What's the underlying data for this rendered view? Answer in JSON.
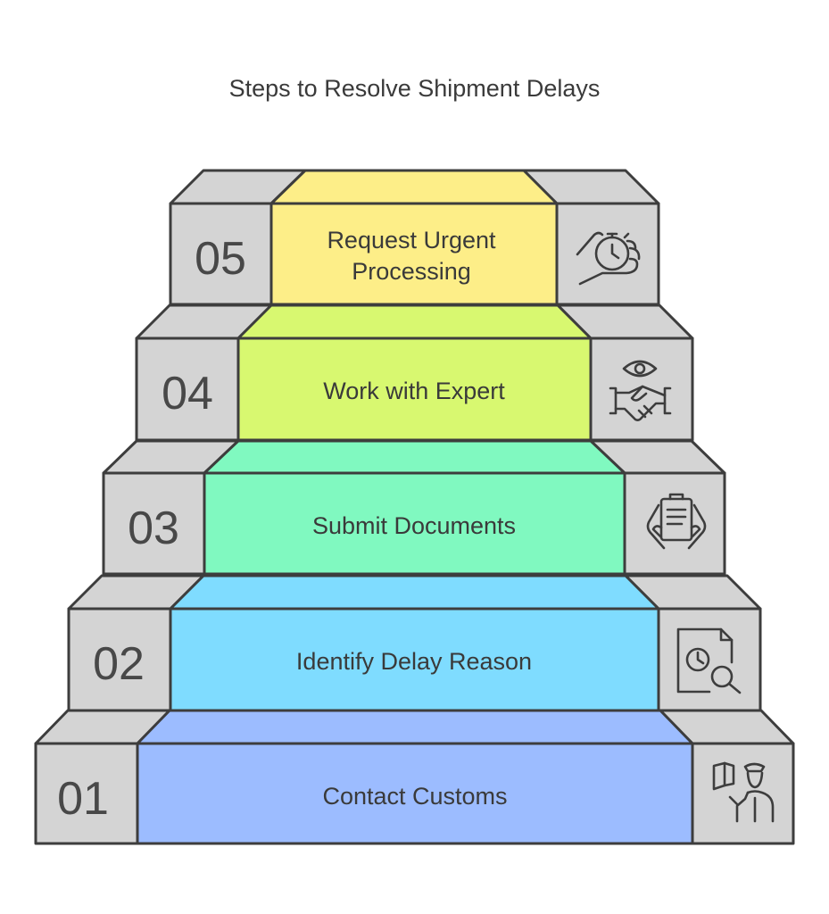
{
  "title": "Steps to Resolve Shipment Delays",
  "colors": {
    "side_gray": "#d4d4d4",
    "outline": "#3d3d3d",
    "step_01": "#9cbcff",
    "step_02": "#7fdcff",
    "step_03": "#80f9c0",
    "step_04": "#d8f870",
    "step_05": "#fdee88"
  },
  "steps": [
    {
      "number": "01",
      "label_lines": [
        "Contact Customs"
      ],
      "icon": "customs-officer-icon"
    },
    {
      "number": "02",
      "label_lines": [
        "Identify Delay Reason"
      ],
      "icon": "document-clock-search-icon"
    },
    {
      "number": "03",
      "label_lines": [
        "Submit Documents"
      ],
      "icon": "hands-holding-clipboard-icon"
    },
    {
      "number": "04",
      "label_lines": [
        "Work with Expert"
      ],
      "icon": "handshake-eye-icon"
    },
    {
      "number": "05",
      "label_lines": [
        "Request Urgent",
        "Processing"
      ],
      "icon": "hand-stopwatch-icon"
    }
  ]
}
